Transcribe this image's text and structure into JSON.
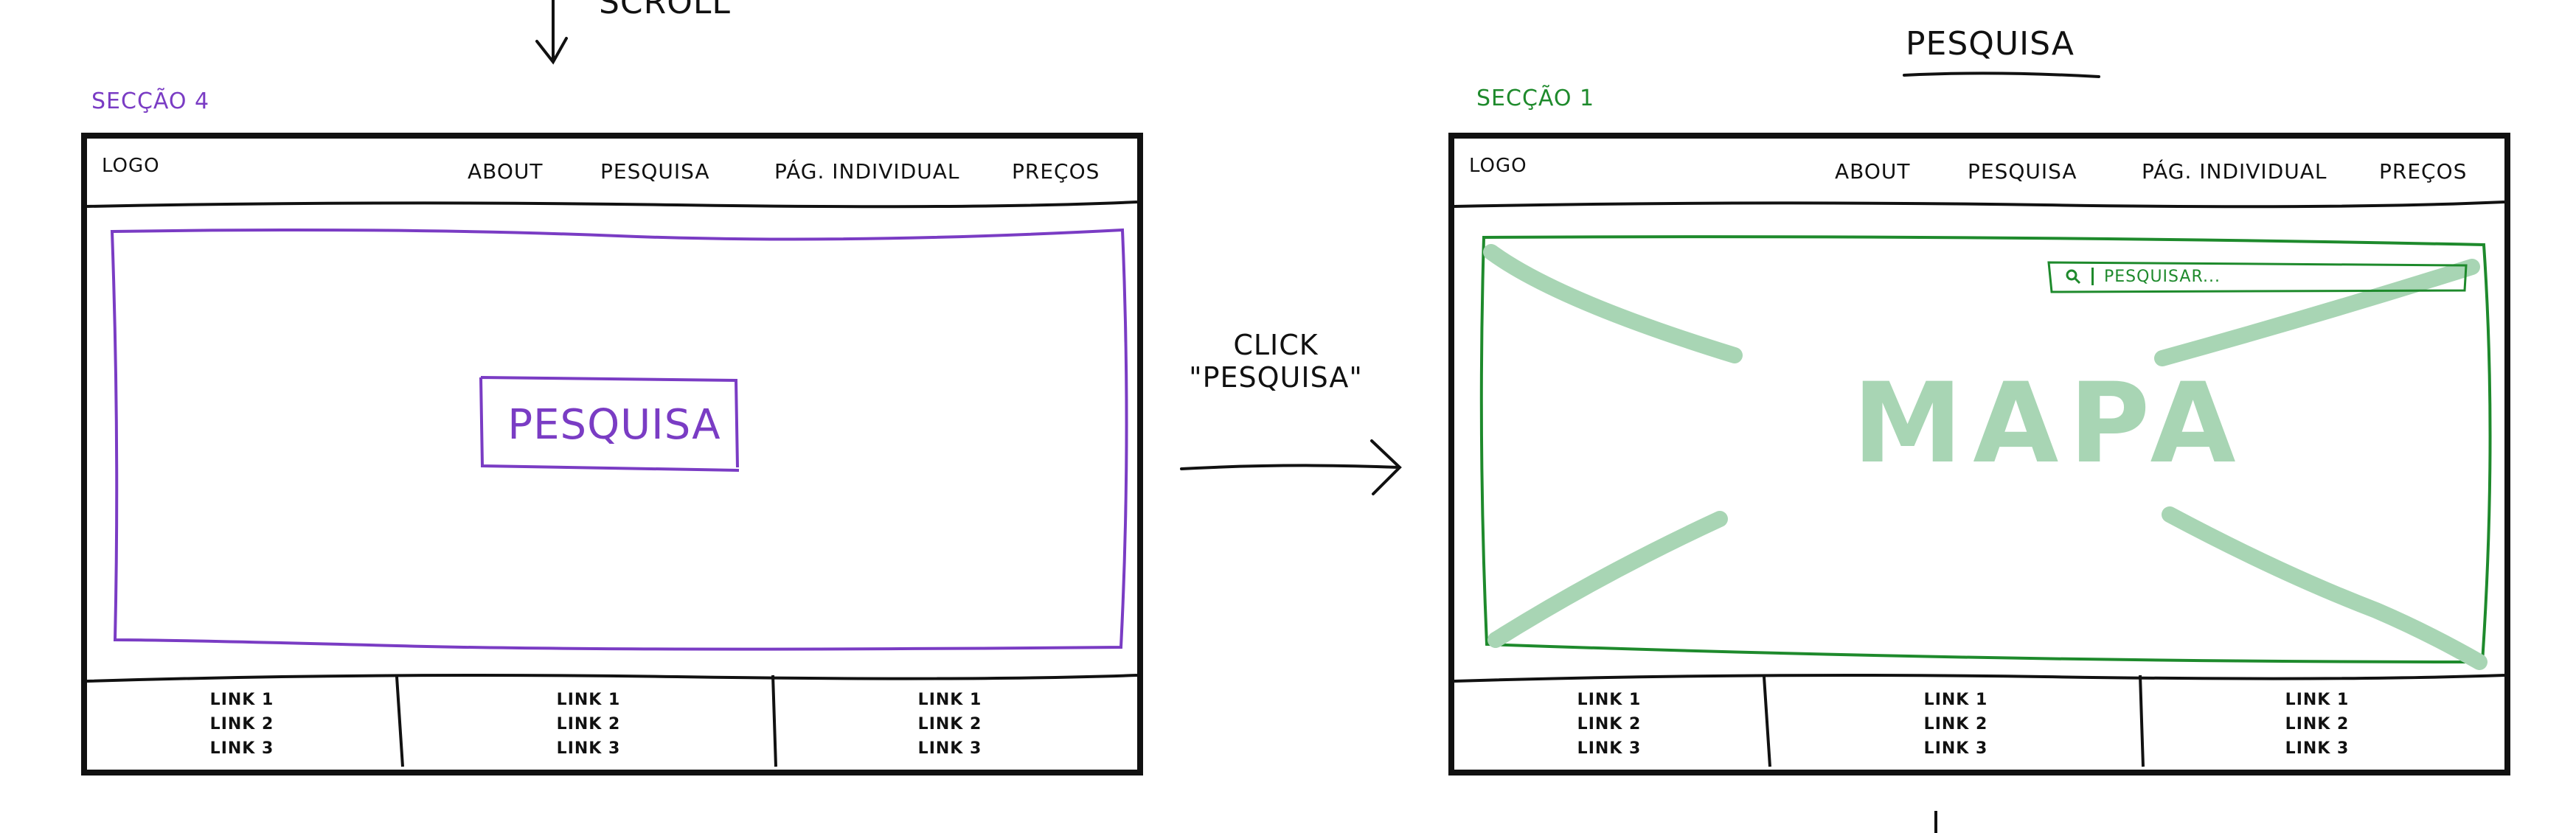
{
  "top_annotation": "SCROLL",
  "connector": {
    "line1": "CLICK",
    "line2": "\"PESQUISA\""
  },
  "colors": {
    "ink": "#111111",
    "section_4": "#7a3cc4",
    "section_1": "#1e8a2c",
    "map": "#a8d5b4"
  },
  "left_screen": {
    "section_label": "SECÇÃO 4",
    "nav": {
      "logo": "LOGO",
      "links": [
        "ABOUT",
        "PESQUISA",
        "PÁG. INDIVIDUAL",
        "PREÇOS"
      ]
    },
    "content": {
      "button_label": "PESQUISA"
    },
    "footer": {
      "columns": [
        [
          "LINK 1",
          "LINK 2",
          "LINK 3"
        ],
        [
          "LINK 1",
          "LINK 2",
          "LINK 3"
        ],
        [
          "LINK 1",
          "LINK 2",
          "LINK 3"
        ]
      ]
    }
  },
  "right_screen": {
    "page_title": "PESQUISA",
    "section_label": "SECÇÃO 1",
    "nav": {
      "logo": "LOGO",
      "links": [
        "ABOUT",
        "PESQUISA",
        "PÁG. INDIVIDUAL",
        "PREÇOS"
      ]
    },
    "content": {
      "map_label": "MAPA",
      "search_placeholder": "PESQUISAR...",
      "search_icon": "search-icon"
    },
    "footer": {
      "columns": [
        [
          "LINK 1",
          "LINK 2",
          "LINK 3"
        ],
        [
          "LINK 1",
          "LINK 2",
          "LINK 3"
        ],
        [
          "LINK 1",
          "LINK 2",
          "LINK 3"
        ]
      ]
    }
  }
}
